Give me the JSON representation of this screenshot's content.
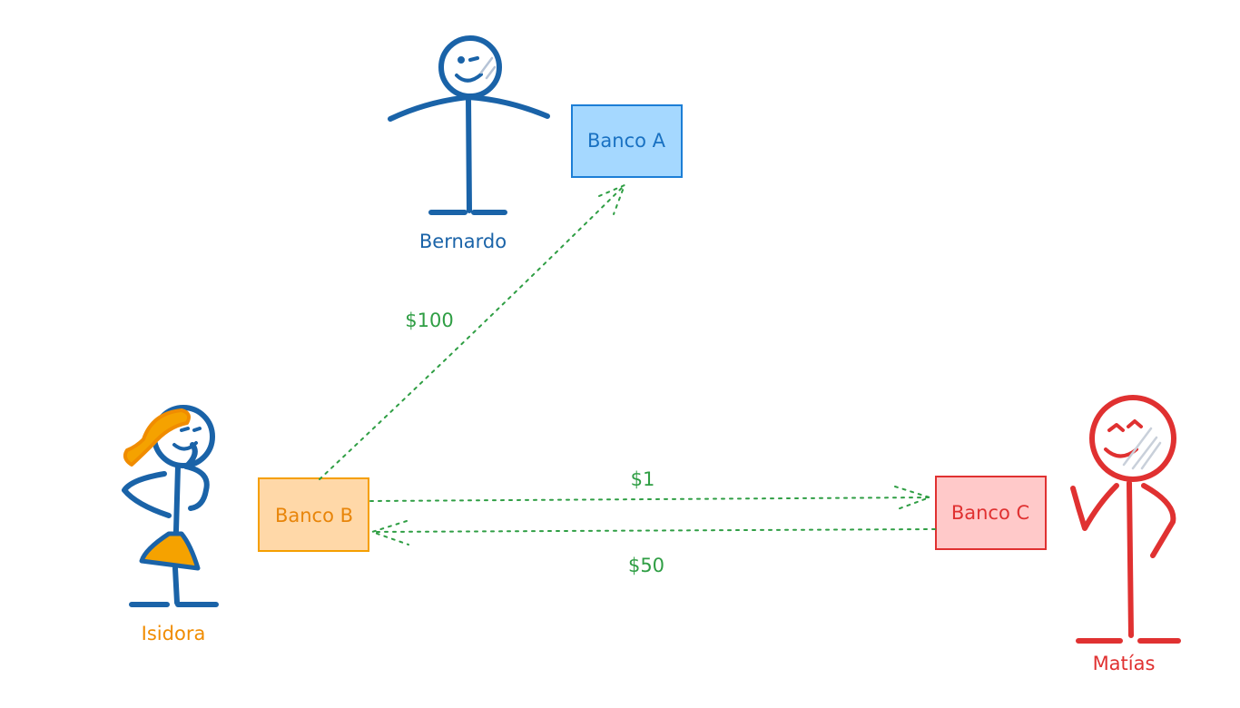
{
  "people": {
    "bernardo": {
      "name": "Bernardo",
      "color": "#1a63a8"
    },
    "isidora": {
      "name": "Isidora",
      "color": "#f08c00",
      "hair": "#f08c00",
      "skirt": "#f5a200",
      "body": "#1a63a8"
    },
    "matias": {
      "name": "Matías",
      "color": "#e03131"
    }
  },
  "banks": {
    "a": {
      "label": "Banco A",
      "fill": "#a5d8ff",
      "stroke": "#1c7ed6",
      "text": "#1971c2"
    },
    "b": {
      "label": "Banco B",
      "fill": "#ffd8a8",
      "stroke": "#f59f00",
      "text": "#e8850a"
    },
    "c": {
      "label": "Banco C",
      "fill": "#ffc9c9",
      "stroke": "#e03131",
      "text": "#e03131"
    }
  },
  "transfers": {
    "b_to_a": {
      "amount": "$100"
    },
    "b_to_c": {
      "amount": "$1"
    },
    "c_to_b": {
      "amount": "$50"
    },
    "color": "#2f9e44"
  }
}
